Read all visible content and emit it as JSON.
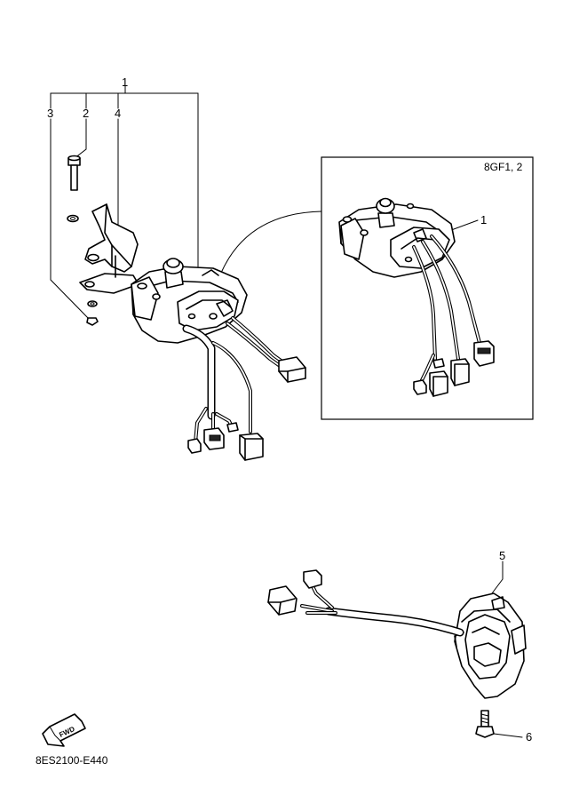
{
  "callouts": {
    "p1": "1",
    "p2": "2",
    "p3": "3",
    "p4": "4",
    "p5": "5",
    "p6": "6",
    "inset_p1": "1"
  },
  "inset": {
    "model_label": "8GF1, 2"
  },
  "fwd_label": "FWD",
  "diagram_code": "8ES2100-E440"
}
